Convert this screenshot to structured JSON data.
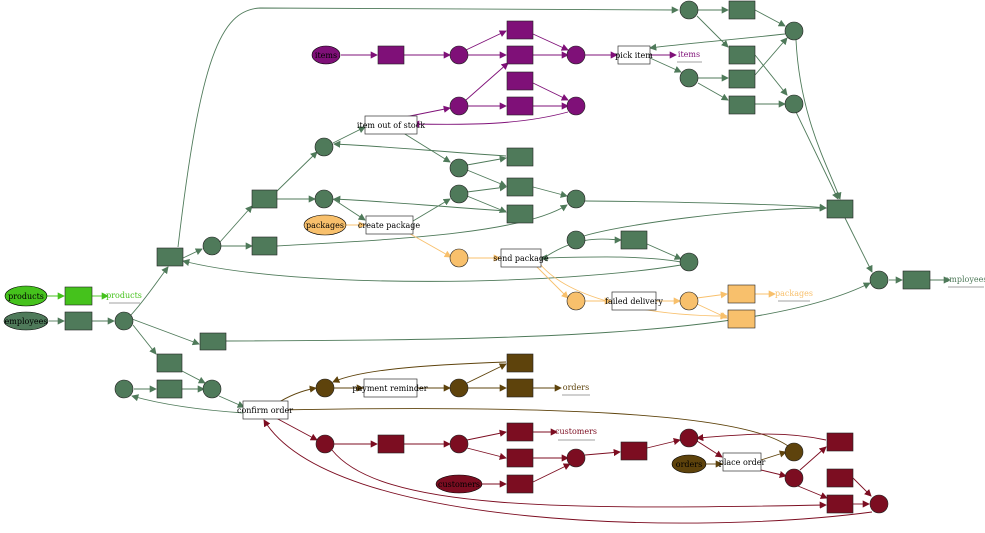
{
  "colors": {
    "employees": "#4f7a5a",
    "items": "#7f1078",
    "products": "#45c21c",
    "packages": "#f8c06c",
    "orders": "#5e430c",
    "customers": "#7c0d21",
    "task_border": "#333333"
  },
  "object_types": {
    "items": "items",
    "employees": "employees",
    "products": "products",
    "packages": "packages",
    "orders": "orders",
    "customers": "customers"
  },
  "activities": {
    "pick_items": "pick item",
    "item_out_of_stock": "item out of stock",
    "create_package": "create package",
    "send_package": "send package",
    "failed_delivery": "failed delivery",
    "payment_reminder": "payment reminder",
    "confirm_order": "confirm order",
    "place_order": "place order"
  },
  "sinks": {
    "items": "items",
    "products": "products",
    "packages": "packages",
    "employees": "employees",
    "orders": "orders",
    "customers": "customers"
  }
}
